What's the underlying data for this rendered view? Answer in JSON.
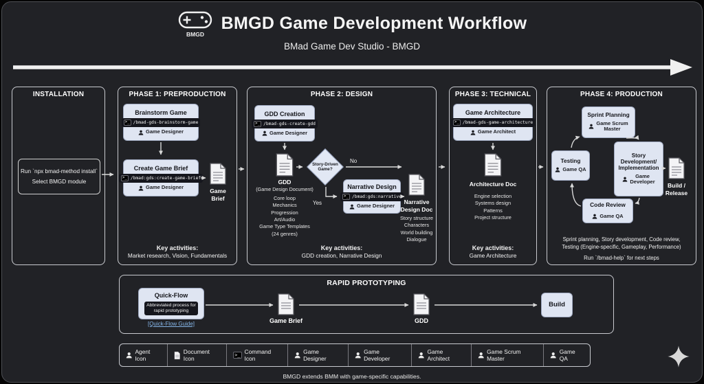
{
  "header": {
    "title": "BMGD Game Development Workflow",
    "subtitle": "BMad Game Dev Studio - BMGD",
    "logo_label": "BMGD"
  },
  "icons": {
    "command": ">_"
  },
  "installation": {
    "title": "INSTALLATION",
    "step1": "Run `npx bmad-method install`",
    "step2": "Select BMGD module"
  },
  "phase1": {
    "title": "PHASE 1: PREPRODUCTION",
    "brainstorm": {
      "title": "Brainstorm Game",
      "command": "/bmad-gds-brainstorm-game",
      "agent": "Game Designer"
    },
    "create_brief": {
      "title": "Create Game Brief",
      "command": "/bmad:gds:create-game-brief",
      "agent": "Game Designer"
    },
    "doc_label": "Game\nBrief",
    "key_label": "Key activities:",
    "key_text": "Market research, Vision, Fundamentals"
  },
  "phase2": {
    "title": "PHASE 2: DESIGN",
    "gdd_creation": {
      "title": "GDD Creation",
      "command": "/bmad-gds-create-gdd",
      "agent": "Game Designer"
    },
    "decision": {
      "label": "Story-Driven\nGame?",
      "no": "No",
      "yes": "Yes"
    },
    "gdd_doc": {
      "title": "GDD",
      "subtitle": "(Game Design Document)",
      "items": "Core loop\nMechanics\nProgression\nArt/Audio\nGame Type Templates\n(24 genres)"
    },
    "narrative": {
      "title": "Narrative Design",
      "command": "/bmad:gds:narrative",
      "agent": "Game Designer"
    },
    "narrative_doc": {
      "title": "Narrative\nDesign Doc",
      "items": "Story structure\nCharacters\nWorld building\nDialogue"
    },
    "key_label": "Key activities:",
    "key_text": "GDD creation, Narrative Design"
  },
  "phase3": {
    "title": "PHASE 3: TECHNICAL",
    "architecture": {
      "title": "Game Architecture",
      "command": "/bmad-gds-game-architecture",
      "agent": "Game Architect"
    },
    "doc_title": "Architecture Doc",
    "doc_items": "Engine selection\nSystems design\nPatterns\nProject structure",
    "key_label": "Key activities:",
    "key_text": "Game Architecture"
  },
  "phase4": {
    "title": "PHASE 4: PRODUCTION",
    "sprint": {
      "title": "Sprint Planning",
      "agent": "Game Scrum\nMaster"
    },
    "testing": {
      "title": "Testing",
      "agent": "Game QA"
    },
    "story": {
      "title": "Story\nDevelopment/\nImplementation",
      "agent": "Game\nDeveloper"
    },
    "review": {
      "title": "Code Review",
      "agent": "Game QA"
    },
    "build_label": "Build /\nRelease",
    "summary1": "Sprint planning, Story development, Code review,",
    "summary2": "Testing (Engine-specific, Gameplay, Performance)",
    "summary3": "Run `/bmad-help` for next steps"
  },
  "rapid": {
    "title": "RAPID PROTOTYPING",
    "quick_flow": {
      "title": "Quick-Flow",
      "description": "Abbreviated process for\nrapid prototyping",
      "link": "[Quick-Flow Guide]"
    },
    "brief_label": "Game Brief",
    "gdd_label": "GDD",
    "build_label": "Build"
  },
  "legend": {
    "items": [
      {
        "label": "Agent Icon"
      },
      {
        "label": "Document Icon"
      },
      {
        "label": "Command Icon"
      },
      {
        "label": "Game Designer"
      },
      {
        "label": "Game Developer"
      },
      {
        "label": "Game Architect"
      },
      {
        "label": "Game Scrum Master"
      },
      {
        "label": "Game QA"
      }
    ]
  },
  "footer": {
    "caption": "BMGD extends BMM with game-specific capabilities."
  },
  "colors": {
    "node_bg": "#dfe5f2",
    "chip_bg": "#15161d",
    "link": "#85b5e8",
    "arrow": "#d9d9d9"
  }
}
